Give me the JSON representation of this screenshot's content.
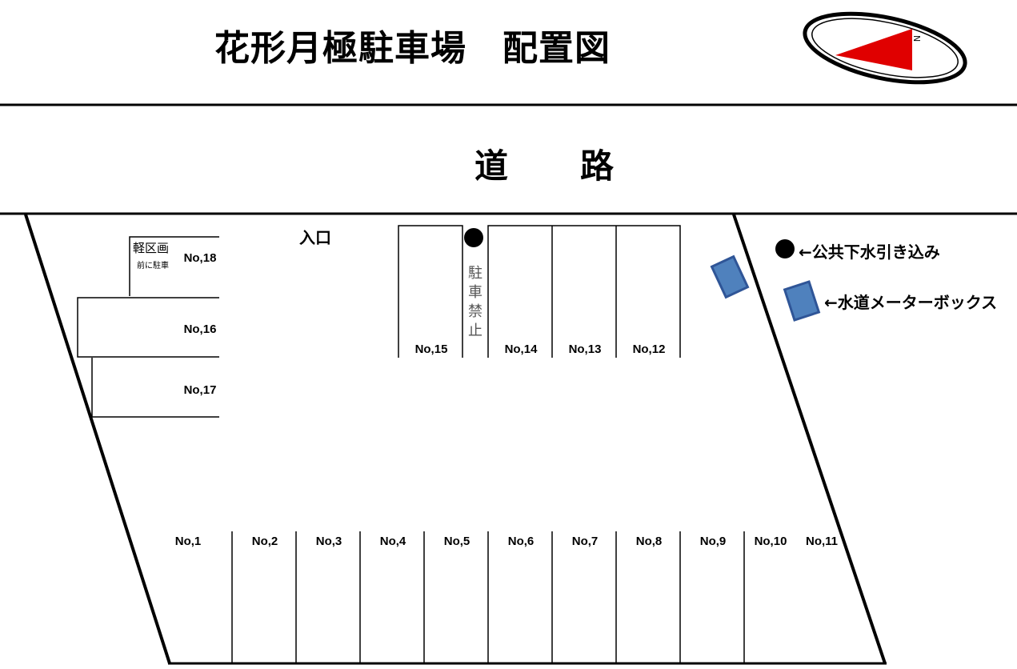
{
  "title": "花形月極駐車場　配置図",
  "road_label": "道　　路",
  "entrance_label": "入口",
  "light_vehicle_note": {
    "line1": "軽区画",
    "line2": "前に駐車"
  },
  "no_parking_label": [
    "駐",
    "車",
    "禁",
    "止"
  ],
  "legend": {
    "sewer_label": "←公共下水引き込み",
    "water_meter_label": "←水道メーターボックス"
  },
  "slots": {
    "bottom_row": [
      "No,1",
      "No,2",
      "No,3",
      "No,4",
      "No,5",
      "No,6",
      "No,7",
      "No,8",
      "No,9",
      "No,10",
      "No,11"
    ],
    "top_row": [
      "No,15",
      "No,14",
      "No,13",
      "No,12"
    ],
    "left_side": [
      "No,18",
      "No,16",
      "No,17"
    ]
  },
  "colors": {
    "compass_arrow": "#e00000",
    "water_box_fill": "#4f81bd",
    "water_box_stroke": "#2f5597",
    "lines": "#000000"
  },
  "icons": {
    "compass": "north-compass-icon",
    "sewer": "filled-circle-icon",
    "water_meter": "blue-box-icon"
  }
}
